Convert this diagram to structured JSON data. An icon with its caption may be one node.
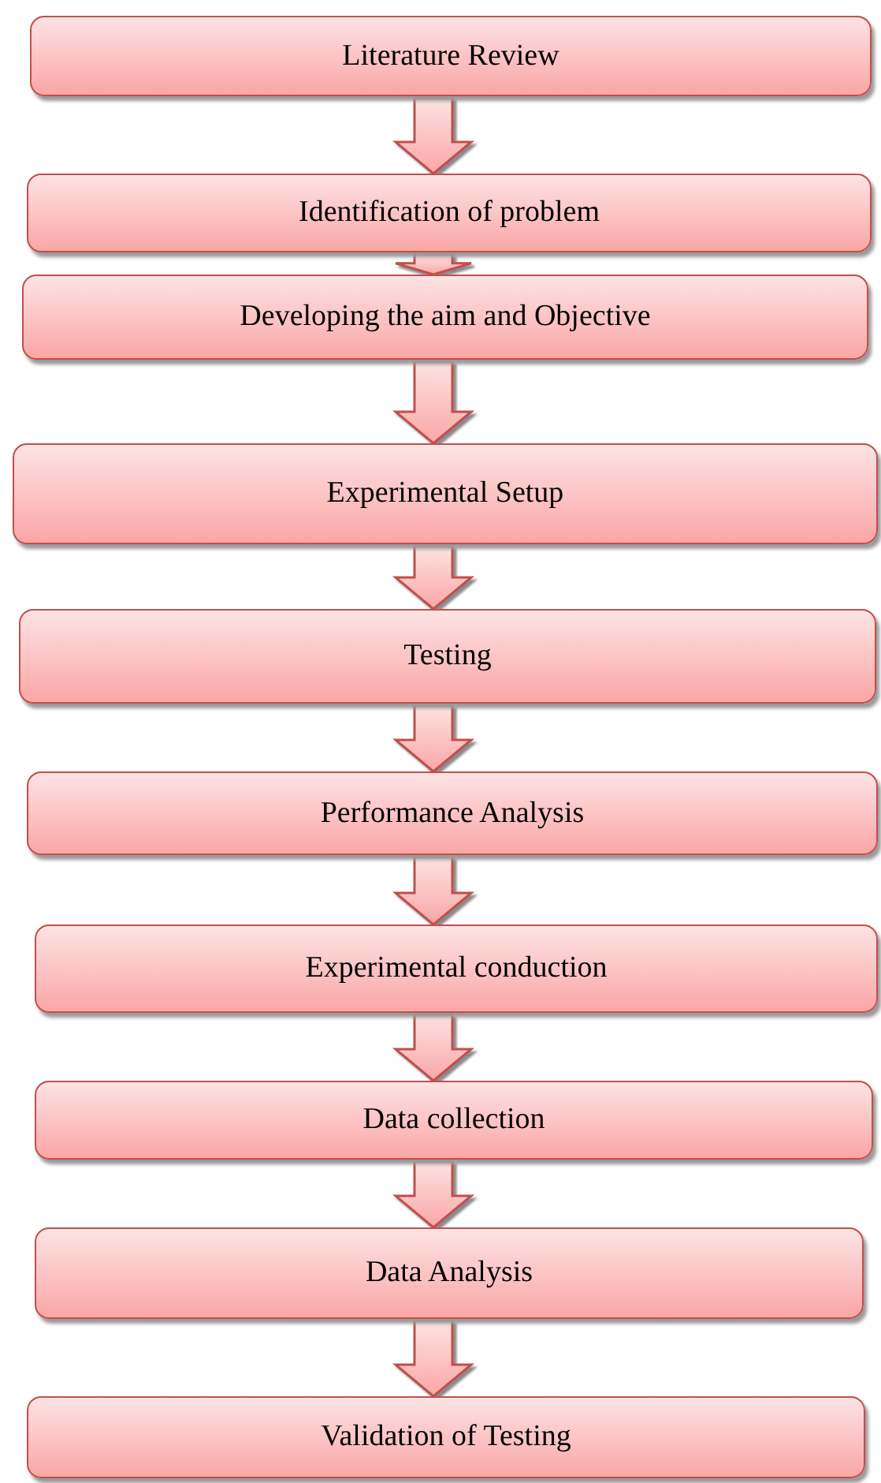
{
  "diagram": {
    "nodes": [
      {
        "text": [
          "Literature Review"
        ]
      },
      {
        "text": [
          "Identification of problem"
        ]
      },
      {
        "text": [
          "Developing the aim and Objective"
        ]
      },
      {
        "text": [
          "Experimental Setup"
        ]
      },
      {
        "text": [
          "Testing"
        ]
      },
      {
        "text": [
          "Performance Analysis"
        ]
      },
      {
        "text": [
          "Experimental conduction"
        ]
      },
      {
        "text": [
          "Data collection"
        ]
      },
      {
        "text": [
          "Data Analysis"
        ]
      },
      {
        "text": [
          "Validation of Testing"
        ]
      }
    ],
    "edges": [
      {
        "from": 0,
        "to": 1,
        "arrow": "to"
      },
      {
        "from": 1,
        "to": 2,
        "arrow": "to"
      },
      {
        "from": 2,
        "to": 3,
        "arrow": "to"
      },
      {
        "from": 3,
        "to": 4,
        "arrow": "to"
      },
      {
        "from": 4,
        "to": 5,
        "arrow": "to"
      },
      {
        "from": 5,
        "to": 6,
        "arrow": "to"
      },
      {
        "from": 6,
        "to": 7,
        "arrow": "to"
      },
      {
        "from": 7,
        "to": 8,
        "arrow": "to"
      },
      {
        "from": 8,
        "to": 9,
        "arrow": "to"
      }
    ]
  }
}
